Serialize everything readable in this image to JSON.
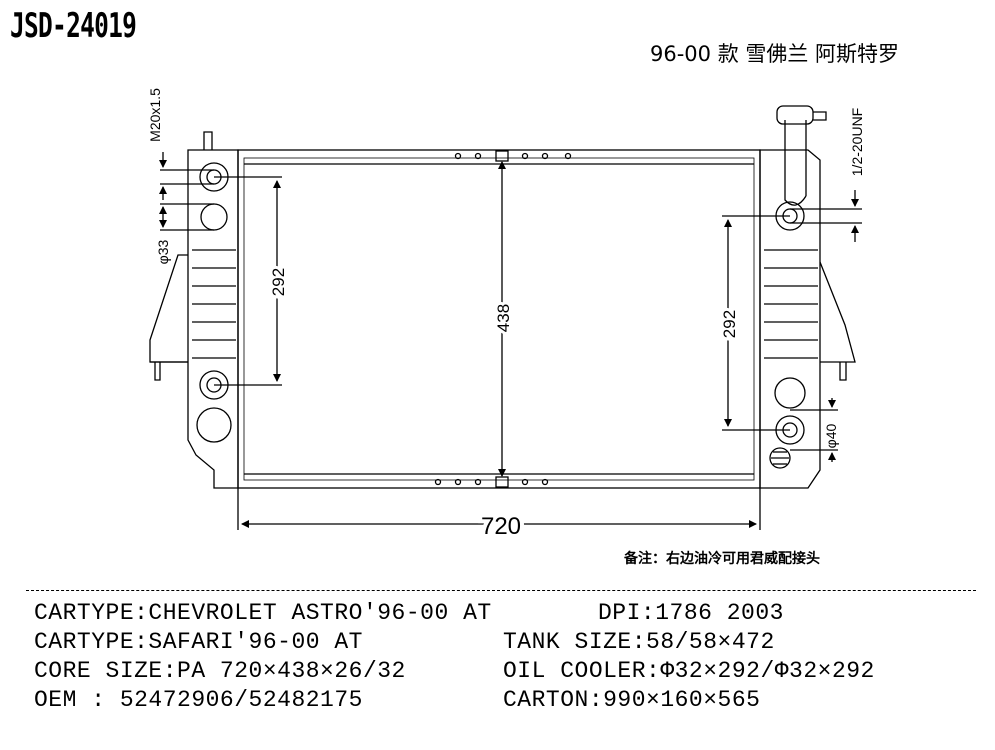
{
  "header": {
    "part_no": "JSD-24019",
    "models": "96-00 款 雪佛兰 阿斯特罗"
  },
  "drawing": {
    "dim_width": "720",
    "dim_height": "438",
    "dim_left_pitch": "292",
    "dim_right_pitch": "292",
    "thread_left": "M20x1.5",
    "thread_right": "1/2-20UNF",
    "dia_left": "φ33",
    "dia_right": "φ40"
  },
  "note": "备注：右边油冷可用君威配接头",
  "specs": {
    "line1_left": "CARTYPE:CHEVROLET ASTRO'96-00 AT",
    "line1_right": "DPI:1786  2003",
    "line2_left": "CARTYPE:SAFARI'96-00 AT",
    "line2_right": "TANK SIZE:58/58×472",
    "line3_left": "CORE SIZE:PA 720×438×26/32",
    "line3_right": "OIL COOLER:Φ32×292/Φ32×292",
    "line4_left": "OEM : 52472906/52482175",
    "line4_right": "CARTON:990×160×565"
  }
}
